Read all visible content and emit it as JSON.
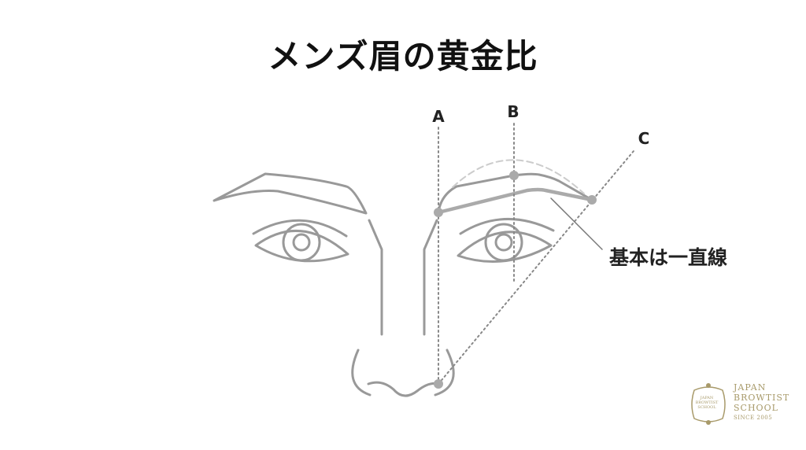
{
  "title": "メンズ眉の黄金比",
  "labels": {
    "a": "A",
    "b": "B",
    "c": "C"
  },
  "note": "基本は一直線",
  "logo": {
    "line1": "JAPAN",
    "line2": "BROWTIST",
    "line3": "SCHOOL",
    "since": "SINCE 2005",
    "crest_text": "JAPAN BROWTIST SCHOOL"
  },
  "colors": {
    "line": "#999999",
    "text": "#111111",
    "gold": "#a89a6a"
  }
}
